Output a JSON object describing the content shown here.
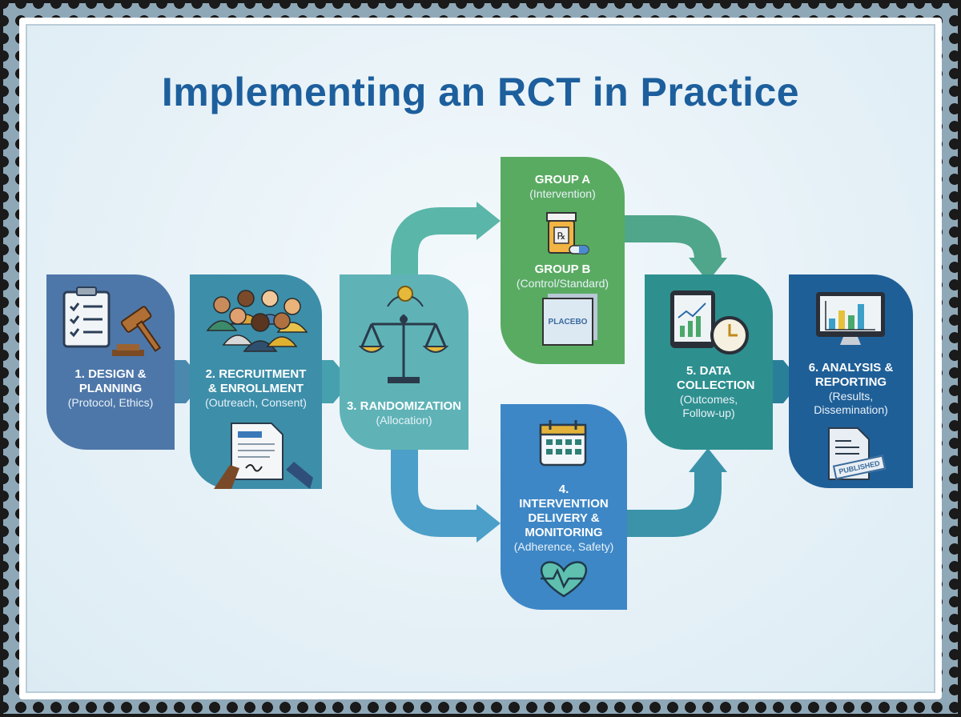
{
  "title": "Implementing an RCT in Practice",
  "colors": {
    "step1": "#4e77a9",
    "step2": "#3d8ea9",
    "step3": "#5fb3b7",
    "groups": "#5aab62",
    "step4": "#3e87c6",
    "step5": "#2e8f8f",
    "step6": "#1f5f97",
    "title": "#1d5f9d"
  },
  "steps": [
    {
      "label": "1. DESIGN & PLANNING",
      "sub": "(Protocol, Ethics)",
      "icons": [
        "clipboard-checklist-icon",
        "gavel-icon"
      ]
    },
    {
      "label": "2. RECRUITMENT & ENROLLMENT",
      "sub": "(Outreach, Consent)",
      "icons": [
        "people-group-icon",
        "signing-document-icon"
      ]
    },
    {
      "label": "3. RANDOMIZATION",
      "sub": "(Allocation)",
      "icons": [
        "balance-scale-icon",
        "coin-icon"
      ]
    },
    {
      "label": "4. INTERVENTION DELIVERY & MONITORING",
      "sub": "(Adherence, Safety)",
      "icons": [
        "calendar-icon",
        "heart-pulse-icon"
      ]
    },
    {
      "label": "5. DATA COLLECTION",
      "sub": "(Outcomes, Follow-up)",
      "icons": [
        "tablet-chart-icon",
        "clock-icon"
      ]
    },
    {
      "label": "6. ANALYSIS & REPORTING",
      "sub": "(Results, Dissemination)",
      "icons": [
        "monitor-bar-chart-icon",
        "published-document-icon"
      ]
    }
  ],
  "groups": {
    "a_label": "GROUP A",
    "a_sub": "(Intervention)",
    "a_icon": "rx-bottle-icon",
    "b_label": "GROUP B",
    "b_sub": "(Control/Standard)",
    "b_icon": "placebo-box-icon",
    "placebo": "PLACEBO"
  },
  "stamp_text": "PUBLISHED"
}
